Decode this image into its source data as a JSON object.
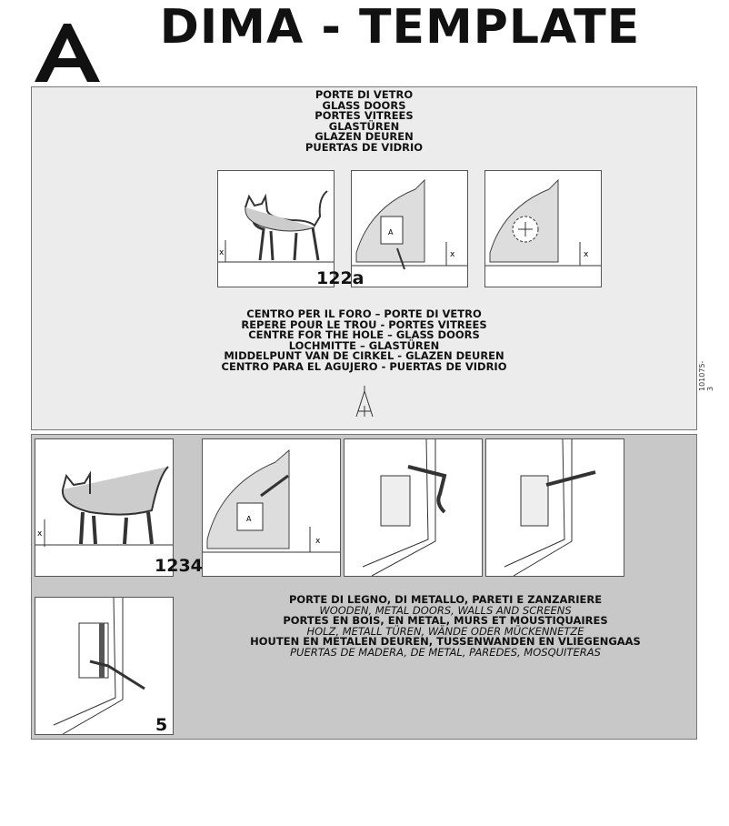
{
  "header": {
    "title": "DIMA - TEMPLATE",
    "logo_letter": "A"
  },
  "glass": {
    "heading": [
      "PORTE DI VETRO",
      "GLASS DOORS",
      "PORTES VITREES",
      "GLASTÜREN",
      "GLAZEN DEUREN",
      "PUERTAS DE VIDRIO"
    ],
    "step_label": "122a",
    "centre": [
      "CENTRO PER IL FORO – PORTE DI VETRO",
      "REPERE POUR LE TROU - PORTES VITREES",
      "CENTRE FOR THE HOLE – GLASS DOORS",
      "LOCHMITTE – GLASTÜREN",
      "MIDDELPUNT VAN DE CIRKEL - GLAZEN DEUREN",
      "CENTRO PARA EL AGUJERO - PUERTAS DE VIDRIO"
    ]
  },
  "wood": {
    "step_label": "1234",
    "step5_label": "5",
    "heading": [
      "PORTE DI LEGNO, DI METALLO, PARETI E ZANZARIERE",
      "WOODEN, METAL DOORS, WALLS AND SCREENS",
      "PORTES EN BOIS, EN METAL, MURS ET MOUSTIQUAIRES",
      "HOLZ, METALL TÜREN, WÄNDE ODER MÜCKENNETZE",
      "HOUTEN EN METALEN DEUREN, TUSSENWANDEN EN VLIEGENGAAS",
      "PUERTAS DE MADERA, DE METAL, PAREDES, MOSQUITERAS"
    ]
  },
  "side_code": "101075-3",
  "marks": {
    "x": "x",
    "a": "A"
  }
}
